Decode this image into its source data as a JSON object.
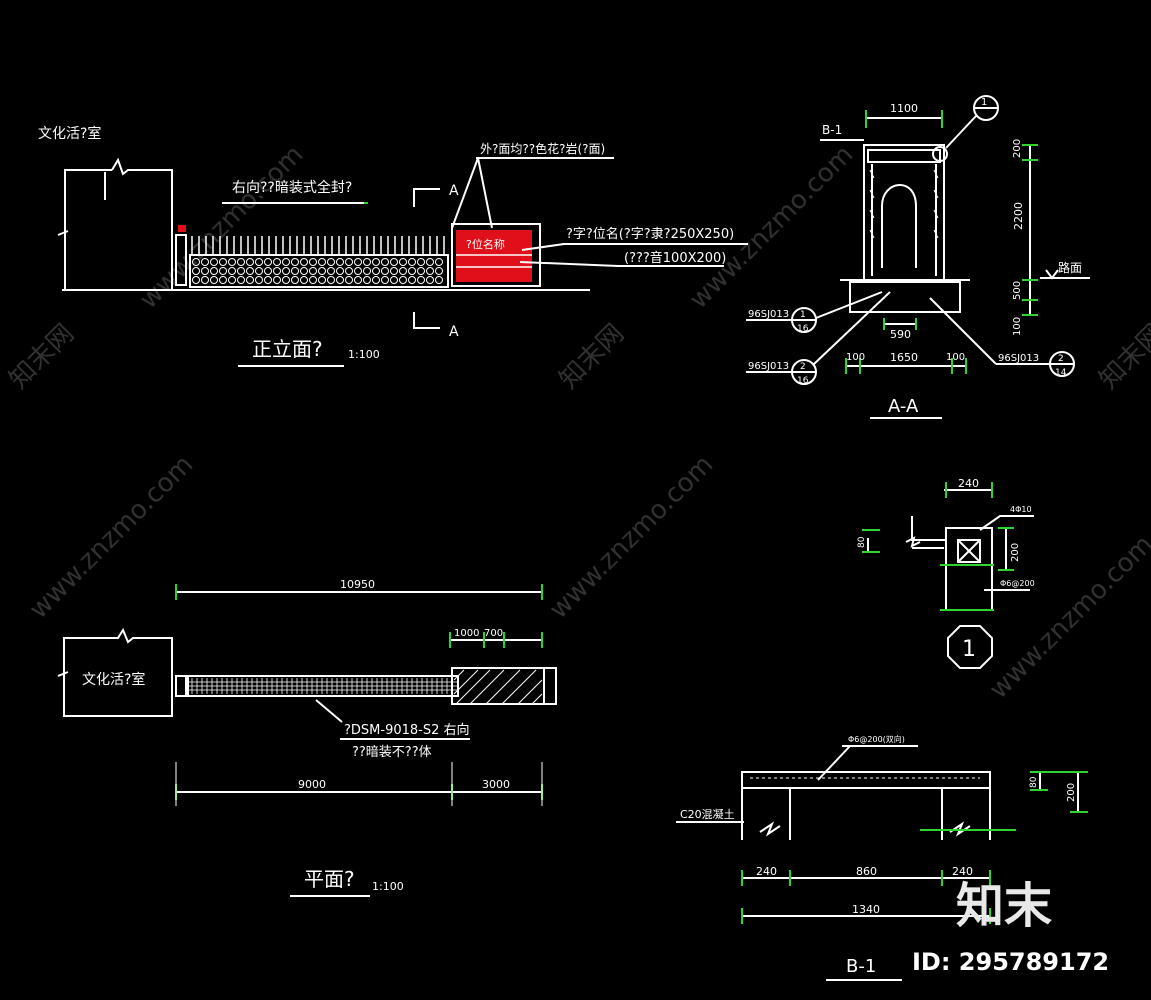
{
  "front_elevation": {
    "building_label": "文化活?室",
    "railing_note": "右向??暗装式全封?",
    "section_mark": "A",
    "sign_note_top": "外?面均??色花?岩(?面)",
    "sign_box_text": "?位名称",
    "sign_note_1": "?字?位名(?字?隶?250X250)",
    "sign_note_2": "(???音100X200)",
    "title": "正立面?",
    "scale": "1:100"
  },
  "section_aa": {
    "label_b1": "B-1",
    "dim_top": "1100",
    "dim_200": "200",
    "dim_2200": "2200",
    "dim_500": "500",
    "dim_100": "100",
    "ground_label": "路面",
    "dim_590": "590",
    "dim_1650": "1650",
    "dim_100_left": "100",
    "dim_100_right": "100",
    "ref_left_1": "96SJ013",
    "ref_left_2": "96SJ013",
    "ref_right": "96SJ013",
    "callout_1_top": "1",
    "callout_1_bottom": "16",
    "callout_2_top": "2",
    "callout_2_bottom": "16",
    "callout_3_top": "2",
    "callout_3_bottom": "14",
    "callout_top_right": "1",
    "title": "A-A"
  },
  "detail_1": {
    "dim_240": "240",
    "dim_200": "200",
    "dim_80": "80",
    "note_top": "4Φ10",
    "note_bottom": "Φ6@200",
    "label": "1"
  },
  "plan": {
    "building_label": "文化活?室",
    "dim_total": "10950",
    "dim_1000": "1000",
    "dim_700": "700",
    "dim_9000": "9000",
    "dim_3000": "3000",
    "note_1": "?DSM-9018-S2 右向",
    "note_2": "??暗装不??体",
    "title": "平面?",
    "scale": "1:100"
  },
  "detail_b1": {
    "rebar_note": "Φ6@200(双向)",
    "concrete_note": "C20混凝土",
    "dim_80": "80",
    "dim_200": "200",
    "dim_240_left": "240",
    "dim_860": "860",
    "dim_240_right": "240",
    "dim_1340": "1340",
    "title": "B-1"
  },
  "watermark": {
    "brand": "知末",
    "id_text": "ID: 295789172",
    "site": "www.znzmo.com",
    "site_cn": "知末网"
  }
}
